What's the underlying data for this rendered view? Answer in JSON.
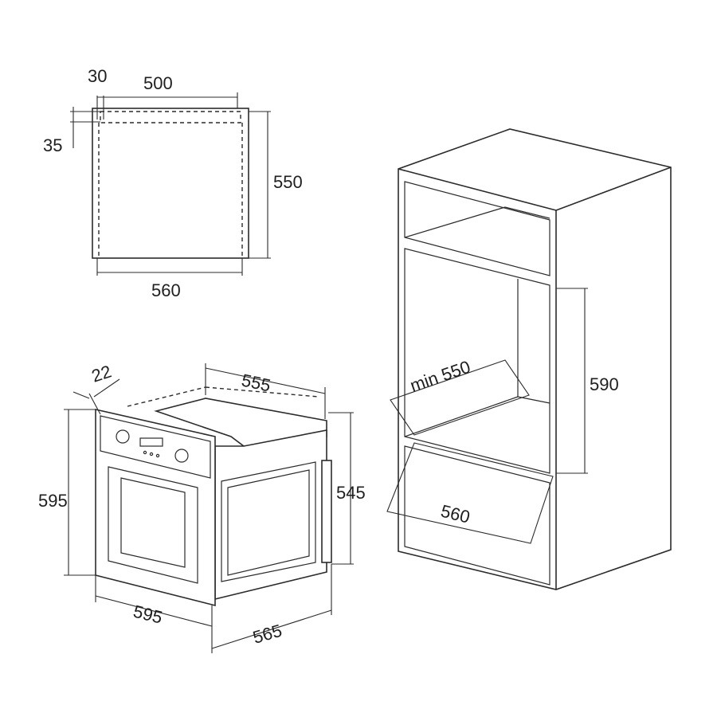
{
  "diagram": {
    "panel_cutout": {
      "dim_30": "30",
      "dim_500": "500",
      "dim_35": "35",
      "dim_550": "550",
      "dim_560": "560"
    },
    "oven": {
      "dim_22": "22",
      "dim_555": "555",
      "dim_595_height": "595",
      "dim_545": "545",
      "dim_595_width": "595",
      "dim_565": "565"
    },
    "cabinet": {
      "dim_min_550": "min 550",
      "dim_590": "590",
      "dim_560": "560"
    }
  }
}
